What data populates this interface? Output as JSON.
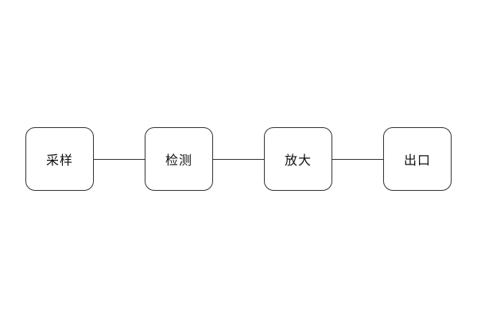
{
  "diagram": {
    "nodes": [
      {
        "label": "采样"
      },
      {
        "label": "检测"
      },
      {
        "label": "放大"
      },
      {
        "label": "出口"
      }
    ],
    "colors": {
      "border": "#333333",
      "background": "#ffffff",
      "text": "#111111"
    }
  }
}
